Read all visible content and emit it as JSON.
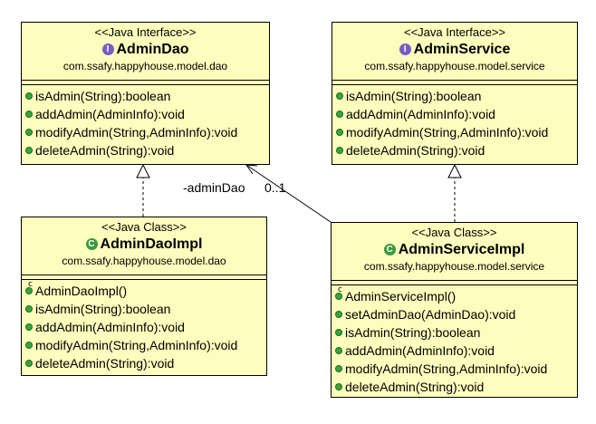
{
  "boxes": {
    "admin_dao": {
      "stereotype": "<<Java Interface>>",
      "name": "AdminDao",
      "package": "com.ssafy.happyhouse.model.dao",
      "badge": "I",
      "operations": [
        "isAdmin(String):boolean",
        "addAdmin(AdminInfo):void",
        "modifyAdmin(String,AdminInfo):void",
        "deleteAdmin(String):void"
      ]
    },
    "admin_service": {
      "stereotype": "<<Java Interface>>",
      "name": "AdminService",
      "package": "com.ssafy.happyhouse.model.service",
      "badge": "I",
      "operations": [
        "isAdmin(String):boolean",
        "addAdmin(AdminInfo):void",
        "modifyAdmin(String,AdminInfo):void",
        "deleteAdmin(String):void"
      ]
    },
    "admin_dao_impl": {
      "stereotype": "<<Java Class>>",
      "name": "AdminDaoImpl",
      "package": "com.ssafy.happyhouse.model.dao",
      "badge": "C",
      "operations": [
        "AdminDaoImpl()",
        "isAdmin(String):boolean",
        "addAdmin(AdminInfo):void",
        "modifyAdmin(String,AdminInfo):void",
        "deleteAdmin(String):void"
      ]
    },
    "admin_service_impl": {
      "stereotype": "<<Java Class>>",
      "name": "AdminServiceImpl",
      "package": "com.ssafy.happyhouse.model.service",
      "badge": "C",
      "operations": [
        "AdminServiceImpl()",
        "setAdminDao(AdminDao):void",
        "isAdmin(String):boolean",
        "addAdmin(AdminInfo):void",
        "modifyAdmin(String,AdminInfo):void",
        "deleteAdmin(String):void"
      ]
    }
  },
  "association": {
    "role": "-adminDao",
    "multiplicity": "0..1"
  },
  "colors": {
    "box_fill": "#fdfdbd",
    "interface_badge": "#7a5cc4",
    "class_badge": "#3c9a3c",
    "method_dot": "#3aa53a"
  }
}
